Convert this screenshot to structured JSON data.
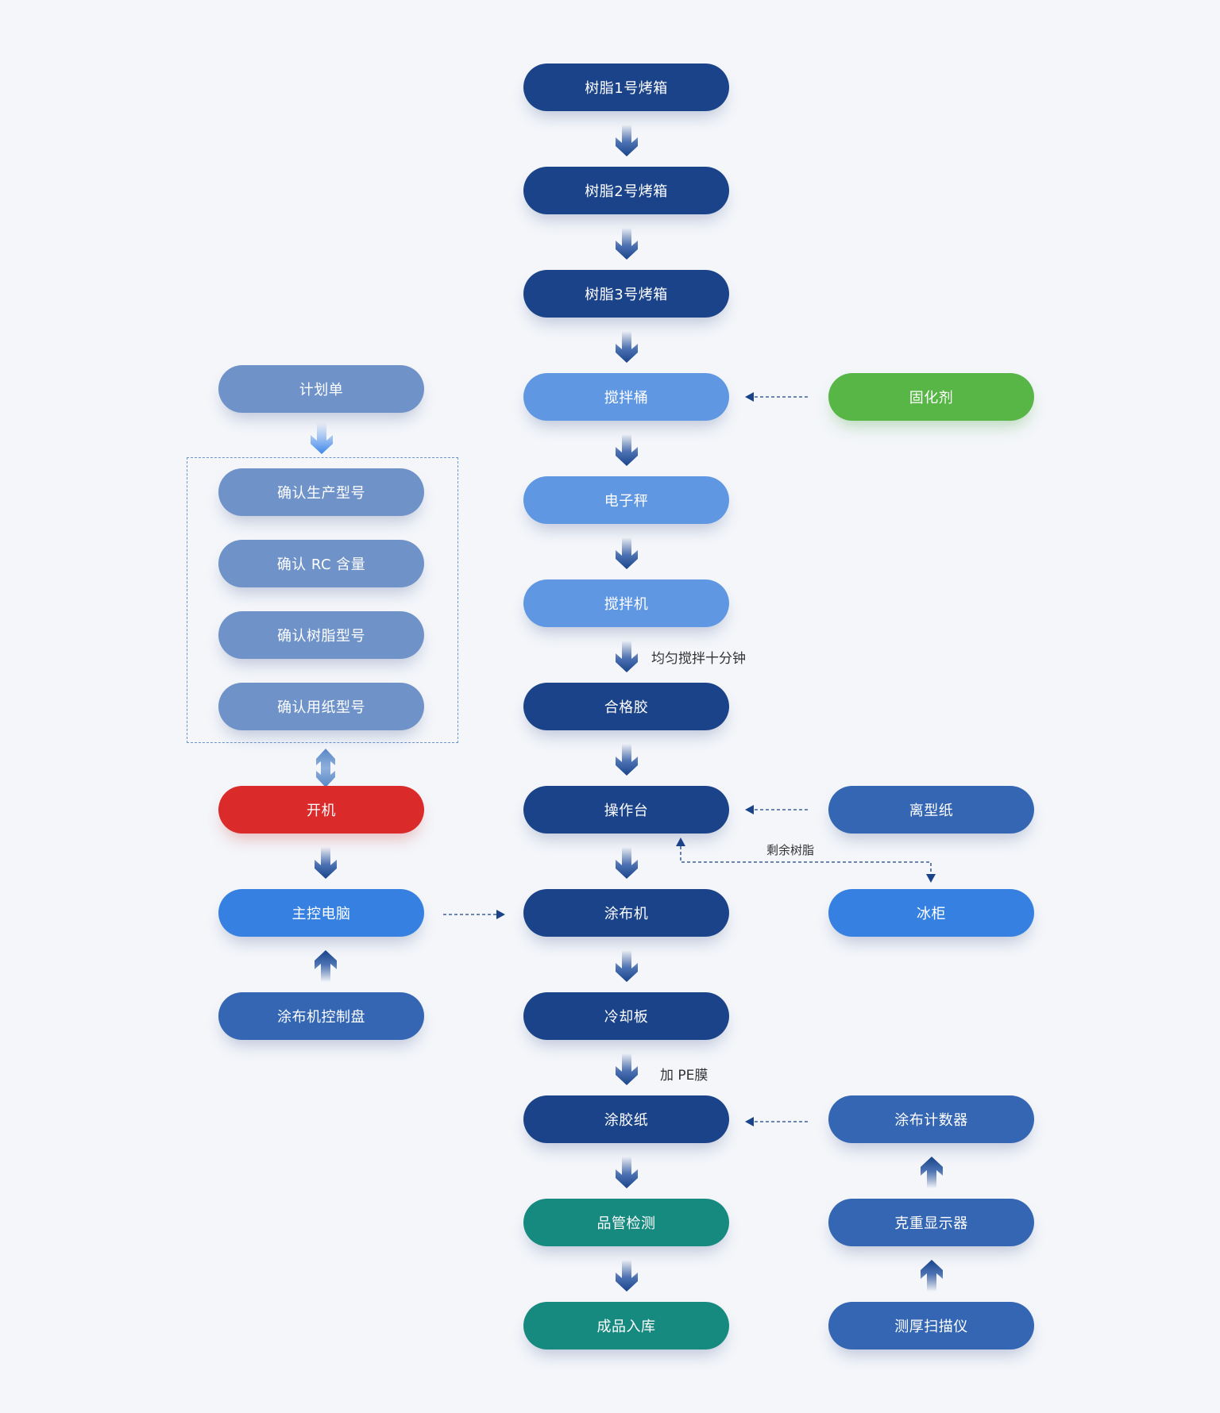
{
  "colors": {
    "navy": "#1b4389",
    "light_blue": "#5f97e3",
    "muted_blue": "#6f93c8",
    "mid_blue": "#3466b4",
    "bright_blue": "#3580e1",
    "green": "#57b646",
    "red": "#da2a2a",
    "teal": "#178a80",
    "background": "#f4f6fa"
  },
  "main_flow": {
    "oven1": "树脂1号烤箱",
    "oven2": "树脂2号烤箱",
    "oven3": "树脂3号烤箱",
    "mixing_bucket": "搅拌桶",
    "scale": "电子秤",
    "mixer": "搅拌机",
    "qualified_glue": "合格胶",
    "console": "操作台",
    "coater": "涂布机",
    "cooling_plate": "冷却板",
    "coated_paper": "涂胶纸",
    "qc_inspection": "品管检测",
    "warehouse": "成品入库"
  },
  "left_flow": {
    "plan": "计划单",
    "confirm_model": "确认生产型号",
    "confirm_rc": "确认 RC 含量",
    "confirm_resin": "确认树脂型号",
    "confirm_paper": "确认用纸型号",
    "power_on": "开机",
    "main_pc": "主控电脑",
    "control_panel": "涂布机控制盘"
  },
  "right_flow": {
    "curing_agent": "固化剂",
    "release_paper": "离型纸",
    "freezer": "冰柜",
    "counter": "涂布计数器",
    "weight_display": "克重显示器",
    "thickness_scanner": "测厚扫描仪"
  },
  "annotations": {
    "mix_ten_minutes": "均匀搅拌十分钟",
    "remaining_resin": "剩余树脂",
    "add_pe_film": "加 PE膜"
  }
}
